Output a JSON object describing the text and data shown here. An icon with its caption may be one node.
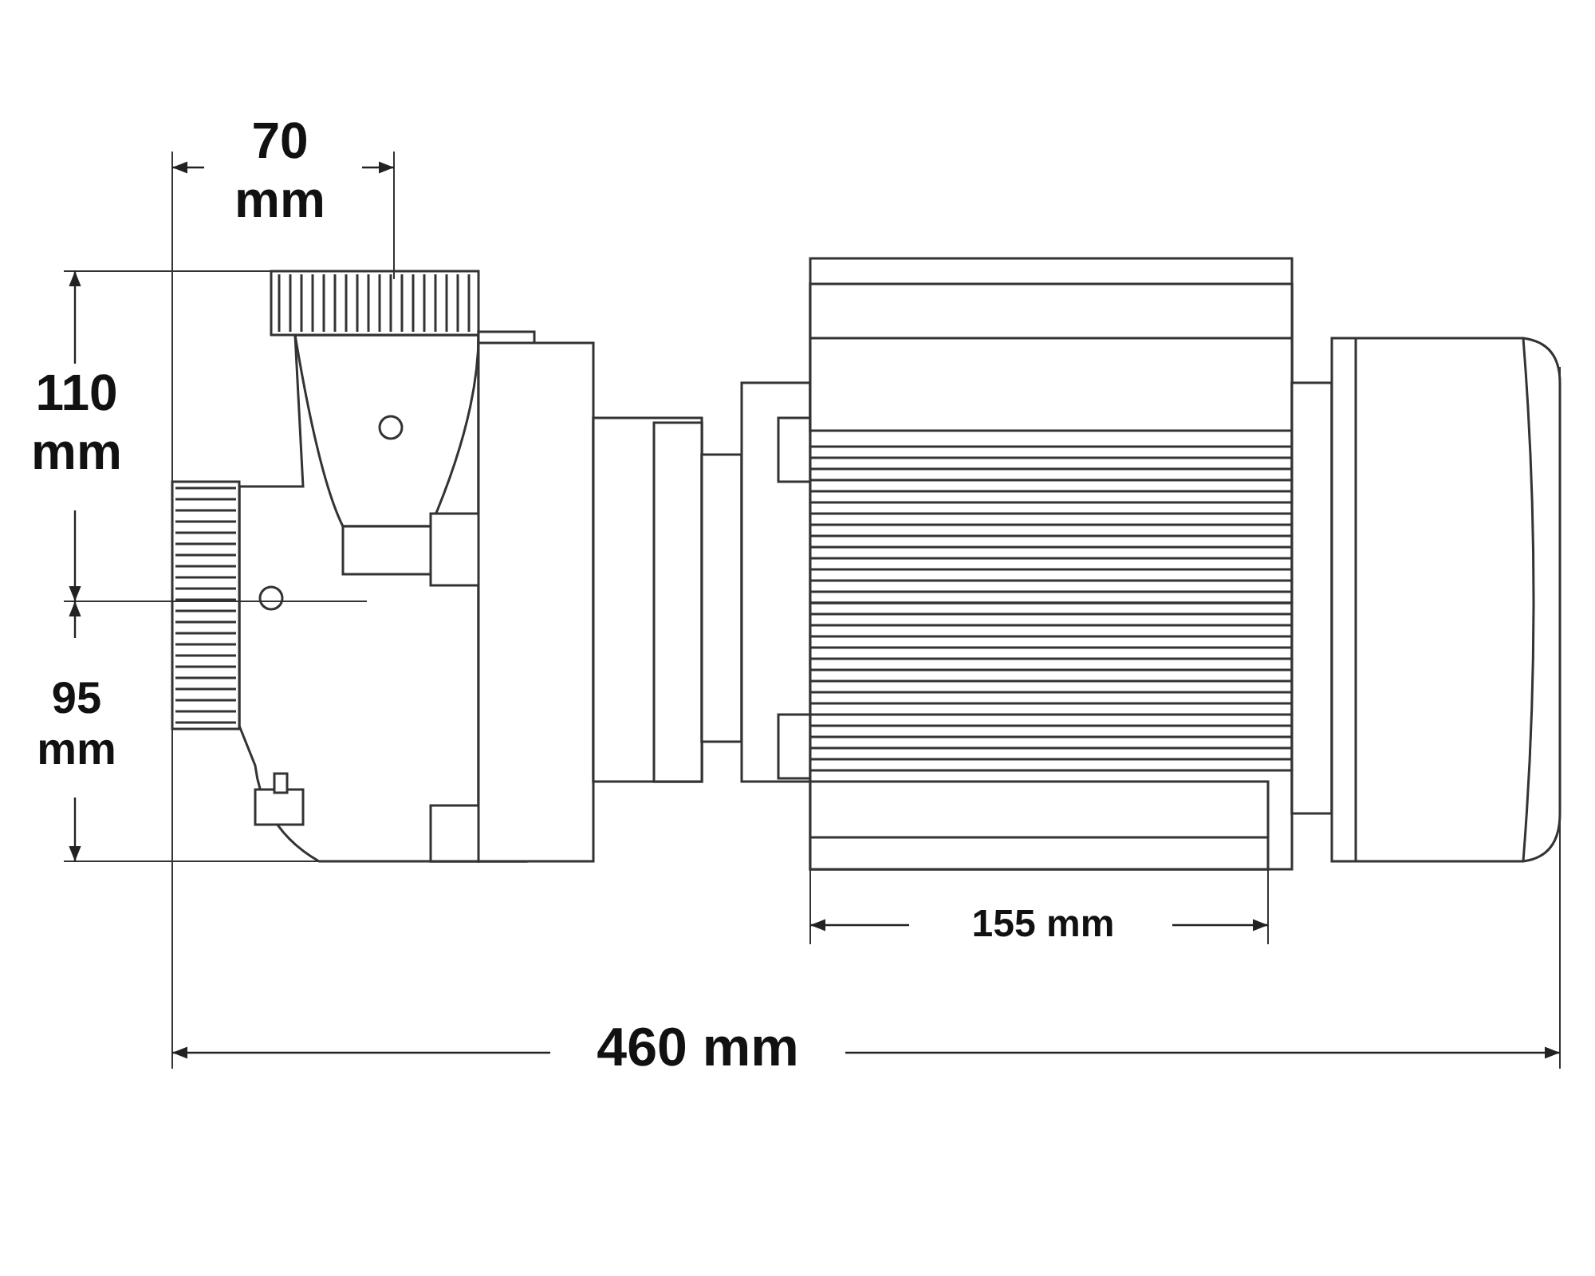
{
  "diagram": {
    "labels": [
      "70 mm",
      "110 mm",
      "95 mm",
      "155 mm",
      "460 mm"
    ]
  }
}
